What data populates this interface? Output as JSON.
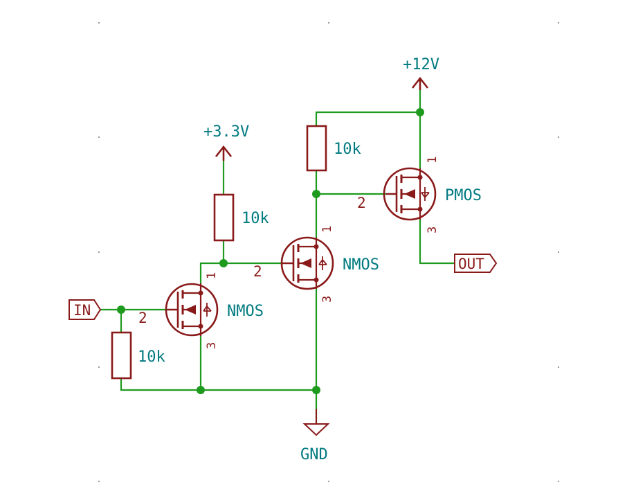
{
  "power": {
    "v12": "+12V",
    "v33": "+3.3V",
    "gnd": "GND"
  },
  "resistors": {
    "r_pmos_gate": "10k",
    "r_nmos2_gate": "10k",
    "r_input": "10k"
  },
  "transistors": {
    "q_pmos": {
      "name": "PMOS",
      "pin_drain": "1",
      "pin_gate": "2",
      "pin_source": "3"
    },
    "q_nmos_mid": {
      "name": "NMOS",
      "pin_drain": "1",
      "pin_gate": "2",
      "pin_source": "3"
    },
    "q_nmos_in": {
      "name": "NMOS",
      "pin_drain": "1",
      "pin_gate": "2",
      "pin_source": "3"
    }
  },
  "ports": {
    "input": "IN",
    "output": "OUT"
  },
  "colors": {
    "wire": "#1e9a1e",
    "component": "#8a1a1a",
    "label": "#007a80"
  }
}
